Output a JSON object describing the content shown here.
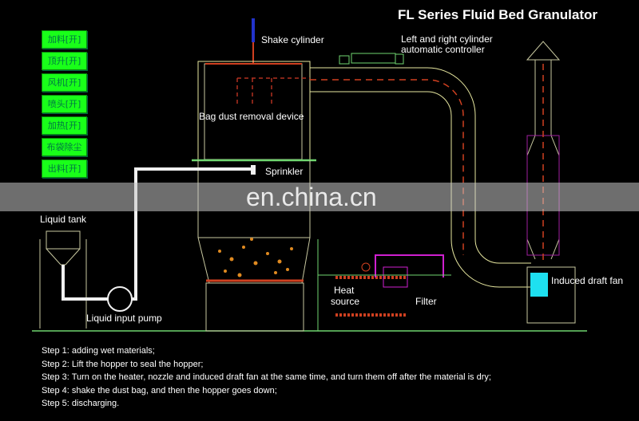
{
  "title": "FL Series Fluid Bed Granulator",
  "buttons": [
    "加料[开]",
    "顶升[开]",
    "风机[开]",
    "喷头[开]",
    "加热[开]",
    "布袋除尘",
    "出料[开]"
  ],
  "labels": {
    "shake_cylinder": "Shake cylinder",
    "controller_line1": "Left and right cylinder",
    "controller_line2": "automatic controller",
    "bag_dust": "Bag dust removal device",
    "sprinkler": "Sprinkler",
    "liquid_tank": "Liquid tank",
    "liquid_pump": "Liquid input pump",
    "heat_source_line1": "Heat",
    "heat_source_line2": "source",
    "filter": "Filter",
    "induced_fan": "Induced draft fan"
  },
  "steps": [
    "Step 1: adding wet materials;",
    "Step 2: Lift the hopper to seal the hopper;",
    "Step 3: Turn on the heater, nozzle and induced draft fan at the same time, and turn them off after the material is dry;",
    "Step 4: shake the dust bag, and then the hopper goes down;",
    "Step 5: discharging."
  ],
  "watermark": "en.china.cn",
  "colors": {
    "button": "#19ff19",
    "pipe": "#e8e8a0",
    "flow": "#d04020",
    "structure": "#6fd66f"
  }
}
